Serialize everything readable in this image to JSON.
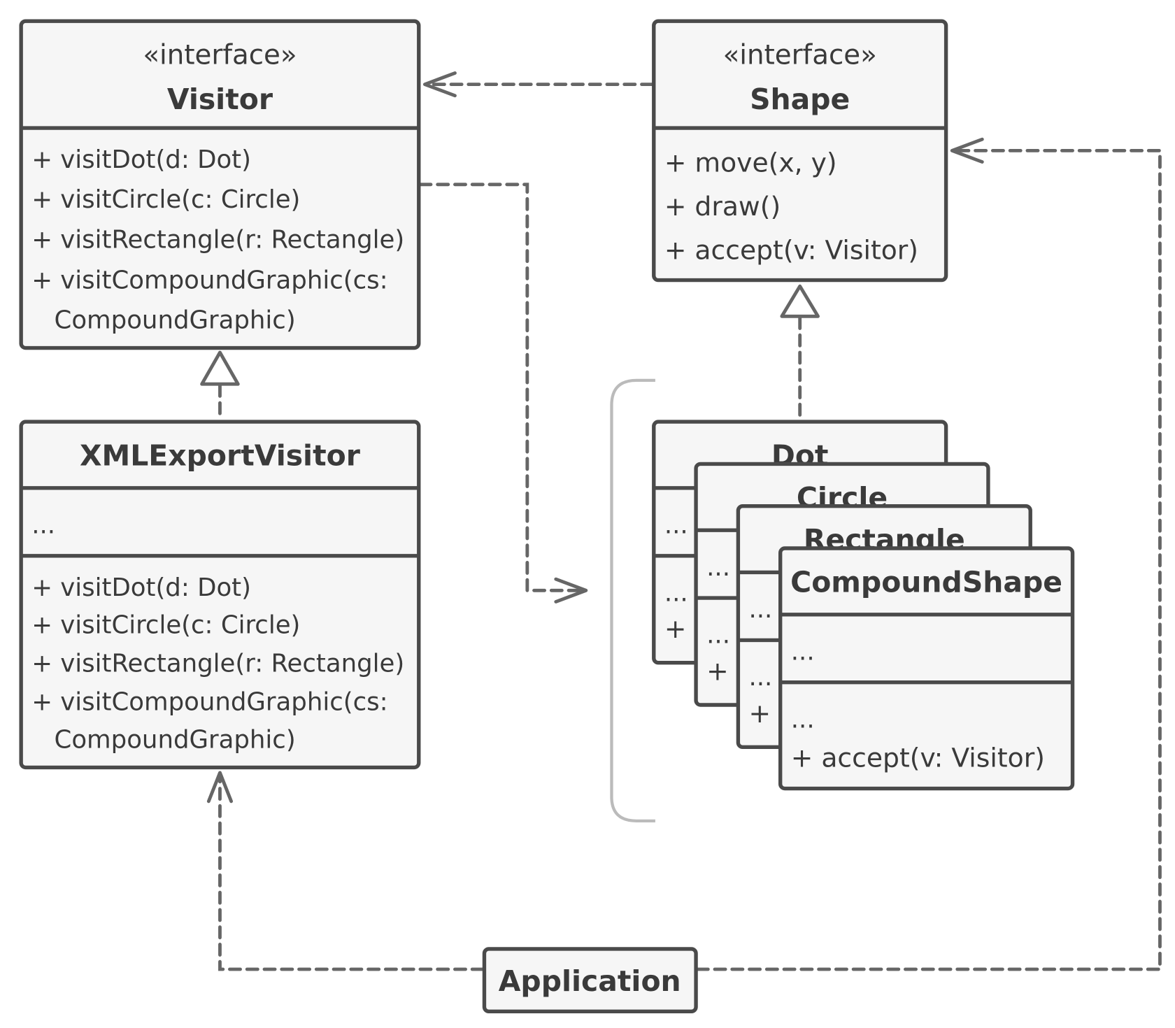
{
  "visitor": {
    "stereotype": "«interface»",
    "name": "Visitor",
    "methods": [
      "+ visitDot(d: Dot)",
      "+ visitCircle(c: Circle)",
      "+ visitRectangle(r: Rectangle)",
      "+ visitCompoundGraphic(cs:",
      "CompoundGraphic)"
    ]
  },
  "shape": {
    "stereotype": "«interface»",
    "name": "Shape",
    "methods": [
      "+ move(x, y)",
      "+ draw()",
      "+ accept(v: Visitor)"
    ]
  },
  "xml_export_visitor": {
    "name": "XMLExportVisitor",
    "fields": "...",
    "methods": [
      "+ visitDot(d: Dot)",
      "+ visitCircle(c: Circle)",
      "+ visitRectangle(r: Rectangle)",
      "+ visitCompoundGraphic(cs:",
      "CompoundGraphic)"
    ]
  },
  "concrete_shapes": [
    {
      "name": "Dot",
      "fields": "...",
      "ops": "...",
      "method": "+ accept(v: Visitor)"
    },
    {
      "name": "Circle",
      "fields": "...",
      "ops": "...",
      "method": "+ accept(v: Visitor)"
    },
    {
      "name": "Rectangle",
      "fields": "...",
      "ops": "...",
      "method": "+ accept(v: Visitor)"
    },
    {
      "name": "CompoundShape",
      "fields": "...",
      "ops": "...",
      "method": "+ accept(v: Visitor)"
    }
  ],
  "application": {
    "name": "Application"
  },
  "colors": {
    "stroke": "#4a4a4a",
    "fill": "#f6f6f6",
    "connector": "#666666",
    "bracket": "#bbbbbb"
  }
}
